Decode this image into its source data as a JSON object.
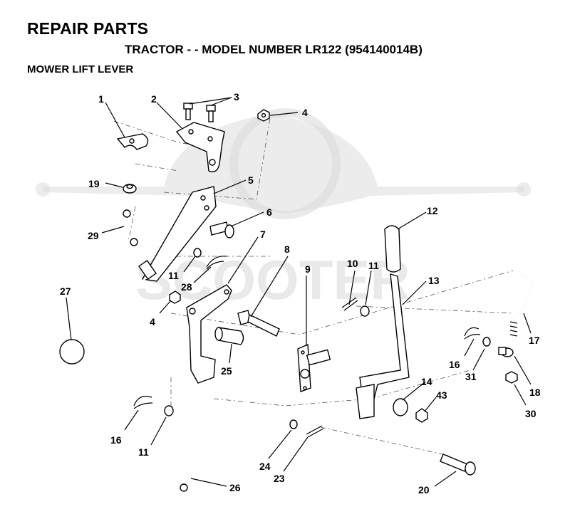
{
  "header": {
    "title": "REPAIR PARTS",
    "subtitle": "TRACTOR - - MODEL NUMBER LR122 (954140014B)",
    "section": "MOWER LIFT LEVER"
  },
  "watermark": {
    "text": "SCOOTER"
  },
  "labels": {
    "p1": "1",
    "p2": "2",
    "p3": "3",
    "p4a": "4",
    "p4b": "4",
    "p5": "5",
    "p6": "6",
    "p7": "7",
    "p8": "8",
    "p9": "9",
    "p10": "10",
    "p11a": "11",
    "p11b": "11",
    "p11c": "11",
    "p12": "12",
    "p13": "13",
    "p14": "14",
    "p16a": "16",
    "p16b": "16",
    "p17": "17",
    "p18": "18",
    "p19": "19",
    "p20": "20",
    "p23": "23",
    "p24": "24",
    "p25": "25",
    "p26": "26",
    "p27": "27",
    "p28": "28",
    "p29": "29",
    "p30": "30",
    "p31": "31",
    "p43": "43"
  }
}
